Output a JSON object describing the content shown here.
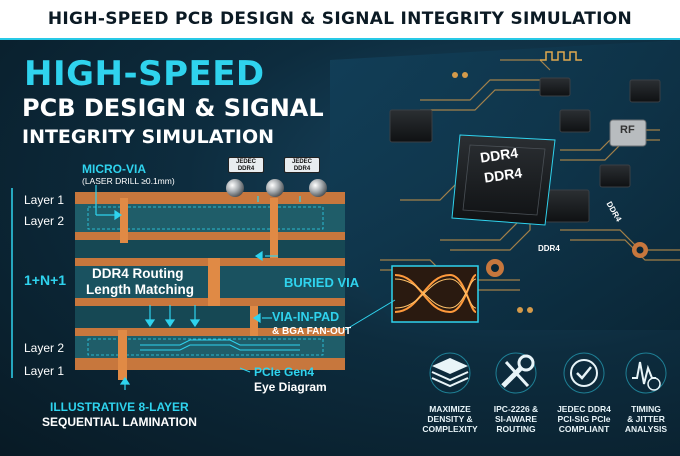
{
  "banner_title": "HIGH-SPEED PCB DESIGN & SIGNAL INTEGRITY SIMULATION",
  "headline": {
    "line1": "HIGH-SPEED",
    "line2": "PCB DESIGN &  SIGNAL",
    "line3": "INTEGRITY SIMULATION"
  },
  "stackup": {
    "micro_via_title": "MICRO-VIA",
    "micro_via_sub": "(LASER DRILL ≥0.1mm)",
    "chip_tag_1": [
      "JEDEC",
      "DDR4"
    ],
    "chip_tag_2": [
      "JEDEC",
      "DDR4"
    ],
    "layer_labels": [
      "Layer 1",
      "Layer 2",
      "1+N+1",
      "Layer 2",
      "Layer 1"
    ],
    "routing_label_1": "DDR4 Routing",
    "routing_label_2": "Length Matching",
    "buried_via": "BURIED VIA",
    "via_in_pad": "VIA-IN-PAD",
    "bga_fanout": "& BGA FAN-OUT",
    "pcie_title": "PCIe Gen4",
    "pcie_sub": "Eye Diagram",
    "lamination_title": "ILLUSTRATIVE 8-LAYER",
    "lamination_sub": "SEQUENTIAL LAMINATION"
  },
  "board": {
    "chip_main": [
      "DDR4",
      "DDR4"
    ],
    "chip_rf": "RF",
    "silk_ddr4_1": "DDR4",
    "silk_ddr4_2": "DDR4"
  },
  "features": [
    {
      "icon": "layers-icon",
      "line1": "MAXIMIZE",
      "line2": "DENSITY &",
      "line3": "COMPLEXITY"
    },
    {
      "icon": "wrench-icon",
      "line1": "IPC-2226 &",
      "line2": "SI-AWARE",
      "line3": "ROUTING"
    },
    {
      "icon": "check-badge-icon",
      "line1": "JEDEC DDR4",
      "line2": "PCI-SIG PCIe",
      "line3": "COMPLIANT"
    },
    {
      "icon": "waveform-clock-icon",
      "line1": "TIMING",
      "line2": "& JITTER",
      "line3": "ANALYSIS"
    }
  ],
  "colors": {
    "accent": "#2fd3ee",
    "copper": "#c7773d",
    "substrate": "#1f5d69"
  }
}
